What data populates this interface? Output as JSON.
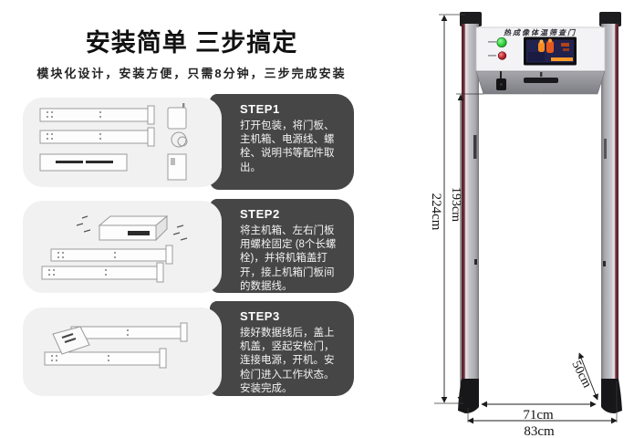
{
  "left": {
    "title": "安装简单 三步搞定",
    "subtitle": "模块化设计，安装方便，只需8分钟，三步完成安装",
    "steps": [
      {
        "label": "STEP1",
        "text": "打开包装，将门板、主机箱、电源线、螺栓、说明书等配件取出。",
        "illustration": "unpacked-door-panels-adapter-manual"
      },
      {
        "label": "STEP2",
        "text": "将主机箱、左右门板用螺栓固定 (8个长螺栓)，并将机箱盖打开，接上机箱门板间的数据线。",
        "illustration": "main-unit-box-bolts-two-panels"
      },
      {
        "label": "STEP3",
        "text": "接好数据线后，盖上机盖，竖起安检门，连接电源，开机。安检门进入工作状态。安装完成。",
        "illustration": "assembled-door-lying-flat"
      }
    ],
    "colors": {
      "panel": "#464646",
      "card": "#f1f1f1"
    }
  },
  "door": {
    "header_title": "热成像体温筛查门",
    "dimensions": {
      "outer_height": "224cm",
      "inner_height": "193cm",
      "depth": "50cm",
      "inner_width": "71cm",
      "outer_width": "83cm"
    },
    "colors": {
      "pillar_gray": "#afafb3",
      "pillar_maroon": "#5f2a32",
      "led_green": "#2fd23c",
      "led_red": "#c0242e",
      "screen_bg": "#1d1d44",
      "thermal_orange": "#ff8c1e"
    }
  }
}
